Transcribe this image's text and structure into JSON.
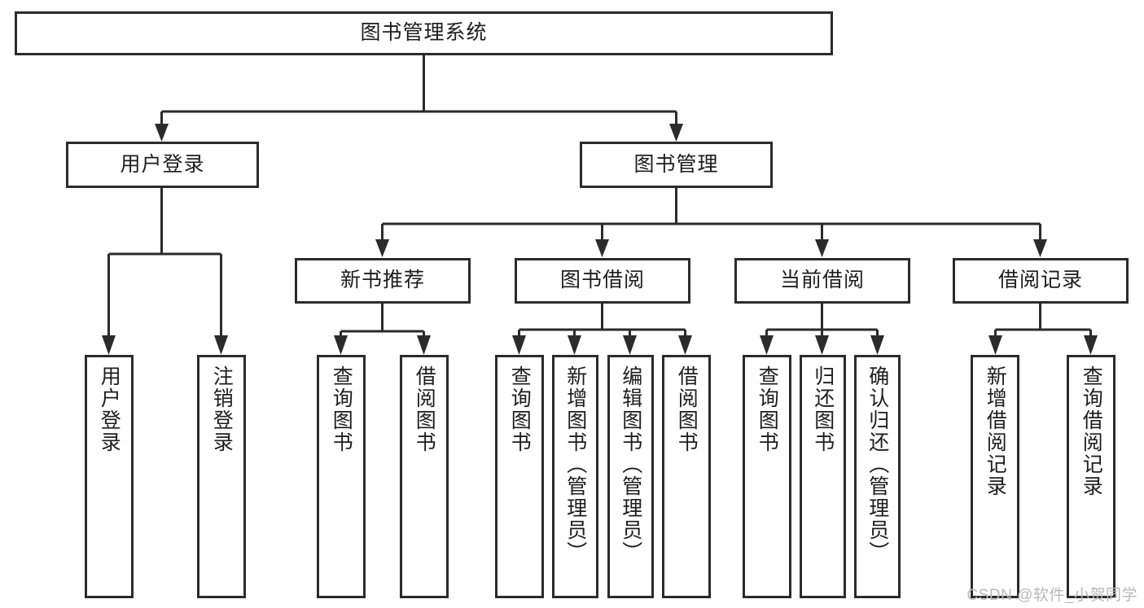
{
  "diagram": {
    "title": "图书管理系统",
    "type": "功能结构图",
    "watermark": "CSDN @软件_小贺同学",
    "colors": {
      "stroke": "#2b2b2b",
      "box_fill": "#ffffff",
      "text": "#1d1d1d",
      "watermark": "#b9b9b9",
      "background": "#ffffff"
    }
  },
  "root": {
    "label": "图书管理系统"
  },
  "level2": [
    {
      "label": "用户登录"
    },
    {
      "label": "图书管理"
    }
  ],
  "level3": [
    {
      "label": "新书推荐"
    },
    {
      "label": "图书借阅"
    },
    {
      "label": "当前借阅"
    },
    {
      "label": "借阅记录"
    }
  ],
  "leaves": {
    "user_login": [
      {
        "label": "用户登录"
      },
      {
        "label": "注销登录"
      }
    ],
    "new_book": [
      {
        "label": "查询图书"
      },
      {
        "label": "借阅图书"
      }
    ],
    "book_borrow": [
      {
        "label": "查询图书"
      },
      {
        "label": "新增图书（管理员）"
      },
      {
        "label": "编辑图书（管理员）"
      },
      {
        "label": "借阅图书"
      }
    ],
    "current_borrow": [
      {
        "label": "查询图书"
      },
      {
        "label": "归还图书"
      },
      {
        "label": "确认归还（管理员）"
      }
    ],
    "borrow_record": [
      {
        "label": "新增借阅记录"
      },
      {
        "label": "查询借阅记录"
      }
    ]
  }
}
